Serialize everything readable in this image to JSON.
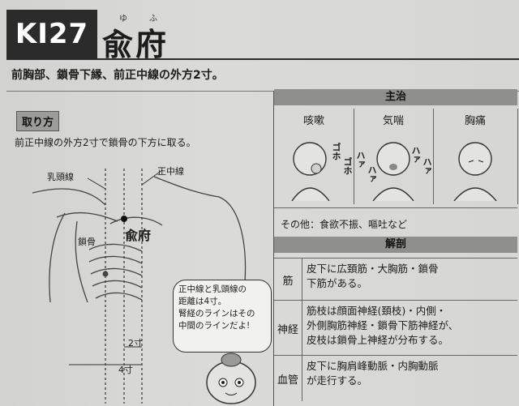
{
  "header": {
    "code": "KI27",
    "ruby_1": "ゆ",
    "ruby_2": "ふ",
    "title": "兪府",
    "subtitle": "前胸部、鎖骨下縁、前正中線の外方2寸。"
  },
  "method": {
    "label": "取り方",
    "text": "前正中線の外方2寸で鎖骨の下方に取る。"
  },
  "figure": {
    "label_nipple_line": "乳頭線",
    "label_midline": "正中線",
    "label_clavicle": "鎖骨",
    "label_point": "兪府",
    "dim_2": "2寸",
    "dim_4": "4寸",
    "bubble_lines": [
      "正中線と乳頭線の",
      "距離は4寸。",
      "腎経のラインはその",
      "中間のラインだよ!"
    ]
  },
  "indications": {
    "label": "主治",
    "items": [
      "咳嗽",
      "気喘",
      "胸痛"
    ],
    "onomatopoeia_cough": [
      "ゴホ",
      "ゴホ"
    ],
    "onomatopoeia_wheeze": [
      "ハァ",
      "ハァ",
      "ハァ",
      "ハァ"
    ],
    "other": "その他：食欲不振、嘔吐など"
  },
  "anatomy": {
    "label": "解剖",
    "rows": [
      {
        "head": "筋",
        "lines": [
          "皮下に広頚筋・大胸筋・鎖骨",
          "下筋がある。"
        ]
      },
      {
        "head": "神経",
        "lines": [
          "筋枝は顔面神経(頚枝)・内側・",
          "外側胸筋神経・鎖骨下筋神経が、",
          "皮枝は鎖骨上神経が分布する。"
        ]
      },
      {
        "head": "血管",
        "lines": [
          "皮下に胸肩峰動脈・内胸動脈",
          "が走行する。"
        ]
      }
    ]
  }
}
